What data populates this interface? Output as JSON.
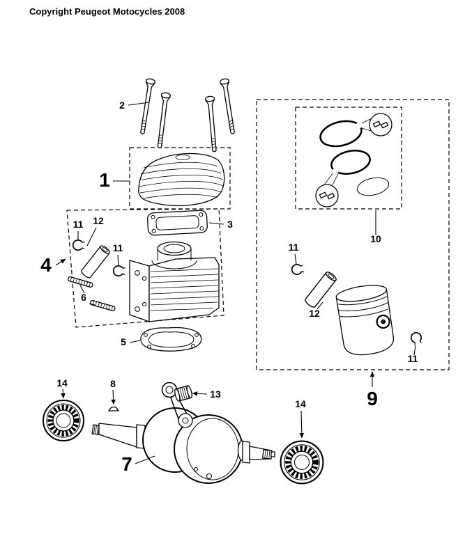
{
  "page": {
    "copyright": "Copyright Peugeot Motocycles 2008"
  },
  "colors": {
    "ink": "#000000",
    "paper": "#ffffff"
  },
  "parts": {
    "p1": "1",
    "p2": "2",
    "p3": "3",
    "p4": "4",
    "p5": "5",
    "p6": "6",
    "p7": "7",
    "p8": "8",
    "p9": "9",
    "p10": "10",
    "p11": "11",
    "p12": "12",
    "p13": "13",
    "p14": "14"
  }
}
